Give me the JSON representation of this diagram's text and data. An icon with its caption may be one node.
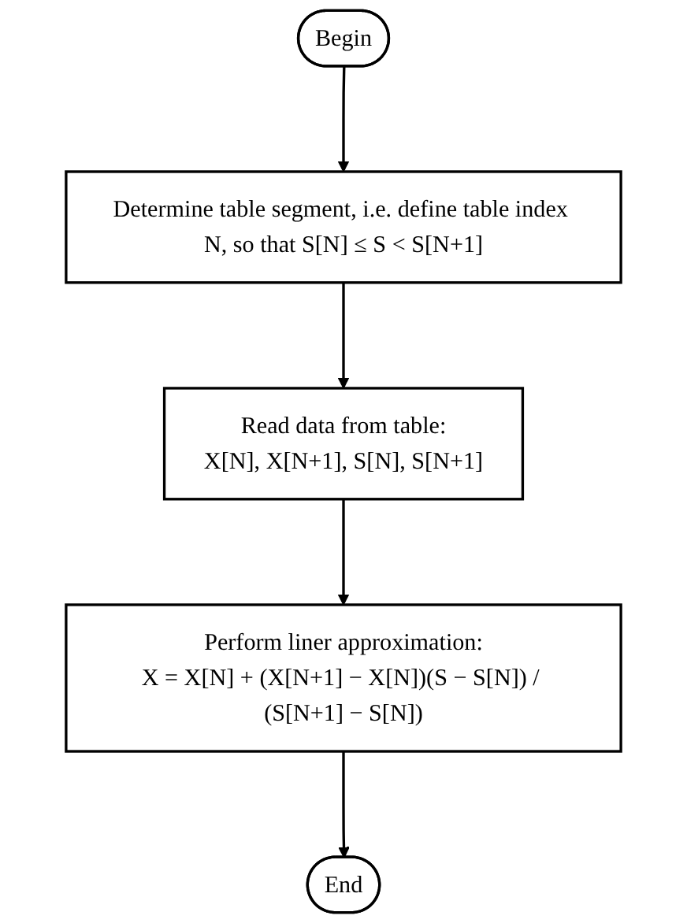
{
  "diagram": {
    "nodes": [
      {
        "text": [
          "Begin"
        ]
      },
      {
        "text": [
          "Determine table segment, i.e. define table index N, so that S[N] ≤ S < S[N+1]"
        ]
      },
      {
        "text": [
          "Read data from table:",
          "X[N], X[N+1], S[N], S[N+1]"
        ]
      },
      {
        "text": [
          "Perform liner approximation:",
          "X = X[N] + (X[N+1] − X[N])(S − S[N]) / (S[N+1] − S[N])"
        ]
      },
      {
        "text": [
          "End"
        ]
      }
    ],
    "edges": [
      {
        "from": 0,
        "to": 1,
        "arrow": "to"
      },
      {
        "from": 1,
        "to": 2,
        "arrow": "to"
      },
      {
        "from": 2,
        "to": 3,
        "arrow": "to"
      },
      {
        "from": 3,
        "to": 4,
        "arrow": "to"
      }
    ]
  }
}
